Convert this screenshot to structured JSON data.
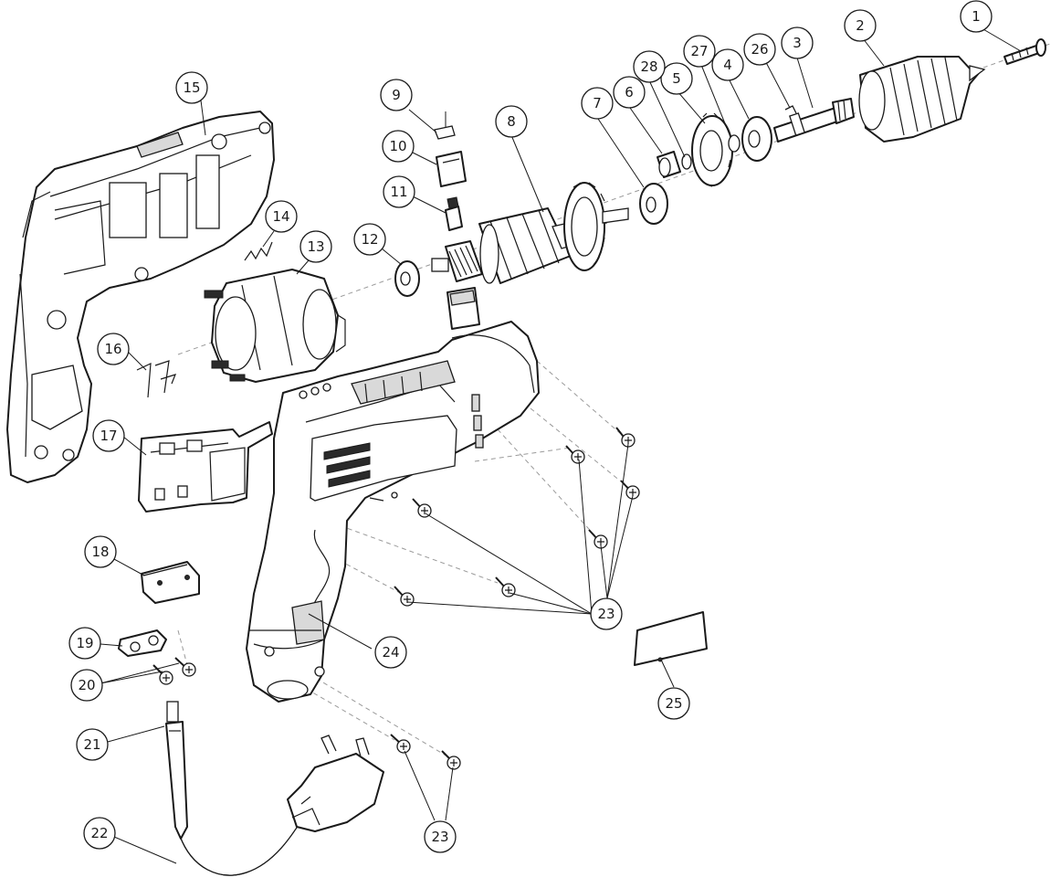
{
  "diagram": {
    "callouts": [
      {
        "id": "c1",
        "label": "1"
      },
      {
        "id": "c2",
        "label": "2"
      },
      {
        "id": "c3",
        "label": "3"
      },
      {
        "id": "c4",
        "label": "4"
      },
      {
        "id": "c5",
        "label": "5"
      },
      {
        "id": "c6",
        "label": "6"
      },
      {
        "id": "c7",
        "label": "7"
      },
      {
        "id": "c8",
        "label": "8"
      },
      {
        "id": "c9",
        "label": "9"
      },
      {
        "id": "c10",
        "label": "10"
      },
      {
        "id": "c11",
        "label": "11"
      },
      {
        "id": "c12",
        "label": "12"
      },
      {
        "id": "c13",
        "label": "13"
      },
      {
        "id": "c14",
        "label": "14"
      },
      {
        "id": "c15",
        "label": "15"
      },
      {
        "id": "c16",
        "label": "16"
      },
      {
        "id": "c17",
        "label": "17"
      },
      {
        "id": "c18",
        "label": "18"
      },
      {
        "id": "c19",
        "label": "19"
      },
      {
        "id": "c20",
        "label": "20"
      },
      {
        "id": "c21",
        "label": "21"
      },
      {
        "id": "c22",
        "label": "22"
      },
      {
        "id": "c23a",
        "label": "23"
      },
      {
        "id": "c23b",
        "label": "23"
      },
      {
        "id": "c24",
        "label": "24"
      },
      {
        "id": "c25",
        "label": "25"
      },
      {
        "id": "c26",
        "label": "26"
      },
      {
        "id": "c27",
        "label": "27"
      },
      {
        "id": "c28",
        "label": "28"
      }
    ],
    "colors": {
      "line": "#1a1a1a",
      "background": "#ffffff",
      "dashed_guide": "#9a9a9a"
    }
  }
}
